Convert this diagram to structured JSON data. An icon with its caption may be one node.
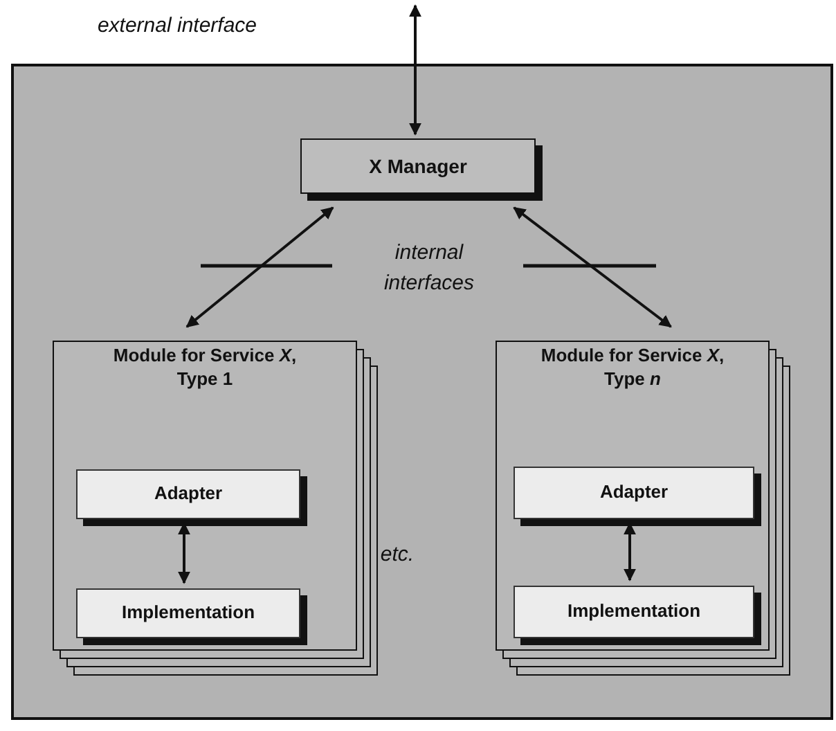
{
  "diagram": {
    "nodes": [
      {
        "text": [],
        "shape": "box"
      },
      {
        "text": [
          "X Manager"
        ],
        "in": 0
      },
      {
        "text": [
          "Module for Service *X*, Type 1"
        ],
        "in": 0
      },
      {
        "text": [
          "Adapter"
        ],
        "in": 2
      },
      {
        "text": [
          "Implementation"
        ],
        "in": 2
      },
      {
        "text": [
          "Module for Service *X*, Type *n*"
        ],
        "in": 0
      },
      {
        "text": [
          "Adapter"
        ],
        "in": 5
      },
      {
        "text": [
          "Implementation"
        ],
        "in": 5
      }
    ],
    "edges": [
      {
        "from": 1,
        "to": null,
        "arrow": "both"
      },
      {
        "from": 1,
        "to": 2,
        "arrow": "both"
      },
      {
        "from": 1,
        "to": 5,
        "arrow": "both"
      },
      {
        "from": 3,
        "to": 4,
        "arrow": "both"
      },
      {
        "from": 6,
        "to": 7,
        "arrow": "both"
      }
    ],
    "labels": [
      "external interface",
      "internal interfaces",
      "etc."
    ]
  }
}
